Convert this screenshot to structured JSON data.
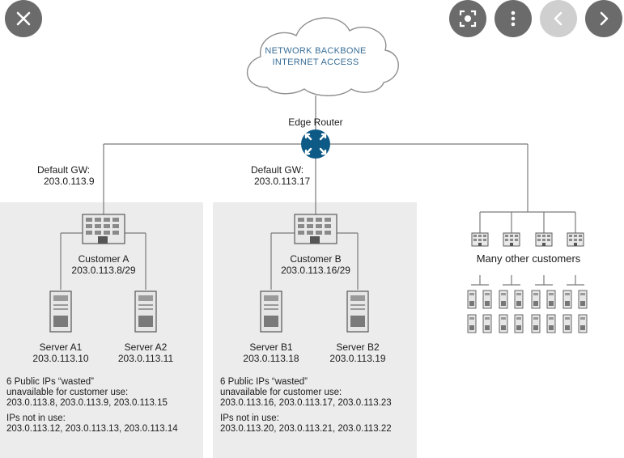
{
  "viewer": {
    "close_icon": "close-icon",
    "lens_icon": "lens-icon",
    "more_icon": "more-vert-icon",
    "prev_icon": "chevron-left-icon",
    "next_icon": "chevron-right-icon"
  },
  "cloud": {
    "line1": "NETWORK BACKBONE",
    "line2": "INTERNET ACCESS"
  },
  "edge_router": {
    "label": "Edge Router",
    "icon": "router-icon"
  },
  "customer_a": {
    "gateway_label": "Default GW:",
    "gateway_ip": "203.0.113.9",
    "name": "Customer A",
    "subnet": "203.0.113.8/29",
    "servers": [
      {
        "name": "Server A1",
        "ip": "203.0.113.10"
      },
      {
        "name": "Server A2",
        "ip": "203.0.113.11"
      }
    ],
    "wasted_title": "6 Public IPs “wasted”",
    "wasted_sub": "unavailable for customer use:",
    "wasted_ips": "203.0.113.8, 203.0.113.9, 203.0.113.15",
    "unused_title": "IPs not in use:",
    "unused_ips": "203.0.113.12, 203.0.113.13, 203.0.113.14"
  },
  "customer_b": {
    "gateway_label": "Default GW:",
    "gateway_ip": "203.0.113.17",
    "name": "Customer B",
    "subnet": "203.0.113.16/29",
    "servers": [
      {
        "name": "Server B1",
        "ip": "203.0.113.18"
      },
      {
        "name": "Server B2",
        "ip": "203.0.113.19"
      }
    ],
    "wasted_title": "6 Public IPs “wasted”",
    "wasted_sub": "unavailable for customer use:",
    "wasted_ips": "203.0.113.16, 203.0.113.17, 203.0.113.23",
    "unused_title": "IPs not in use:",
    "unused_ips": "203.0.113.20, 203.0.113.21, 203.0.113.22"
  },
  "others": {
    "label": "Many other customers"
  },
  "colors": {
    "panel": "#ececec",
    "router": "#0e5a86",
    "cloud_text": "#3a6f98",
    "line": "#7a7a7a",
    "fab_dark": "#6b6b6b",
    "fab_light": "#cfcfcf"
  }
}
